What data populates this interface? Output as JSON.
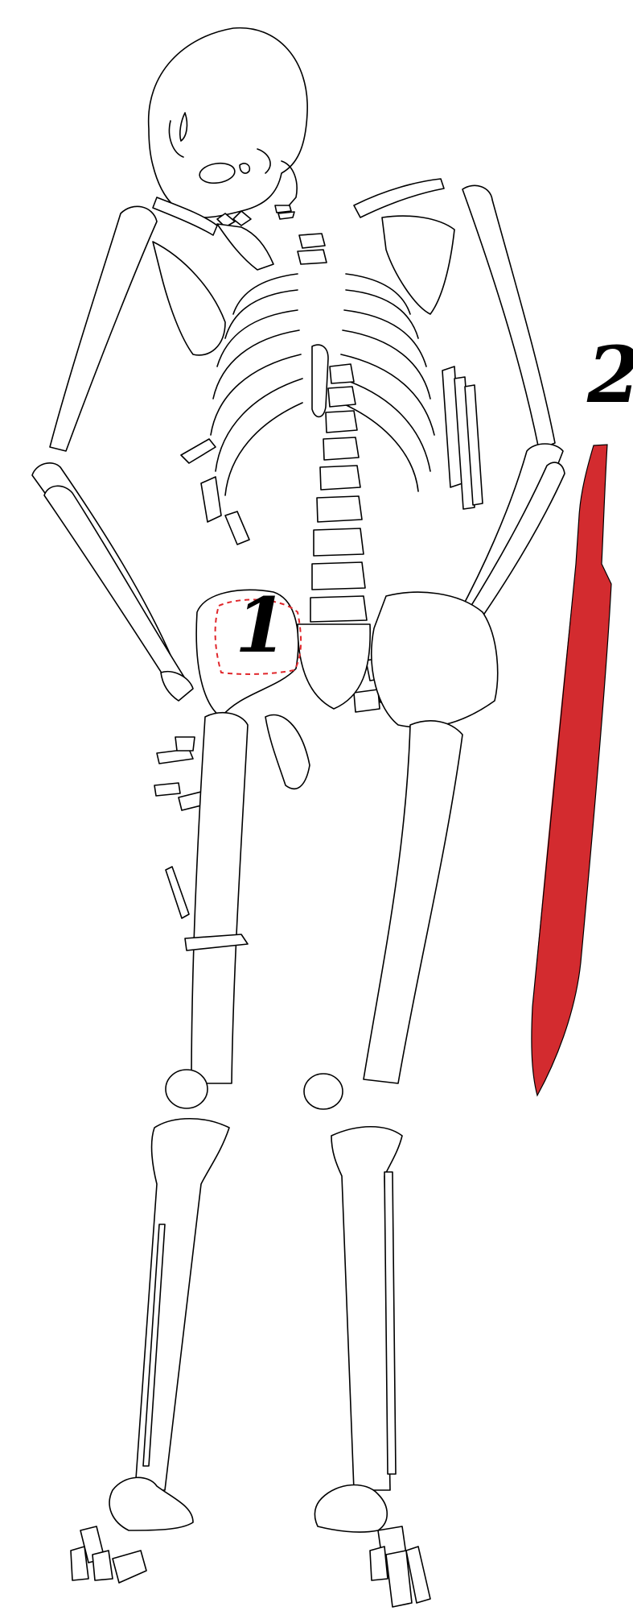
{
  "labels": {
    "item_1": "1",
    "item_2": "2"
  },
  "colors": {
    "outline": "#000000",
    "bone_fill": "#ffffff",
    "blade": "#d32b2f",
    "marker": "#e0262b"
  },
  "icons": {
    "skeleton": "skeleton-drawing",
    "blade": "sword-blade-icon",
    "marker": "dashed-region-marker"
  }
}
